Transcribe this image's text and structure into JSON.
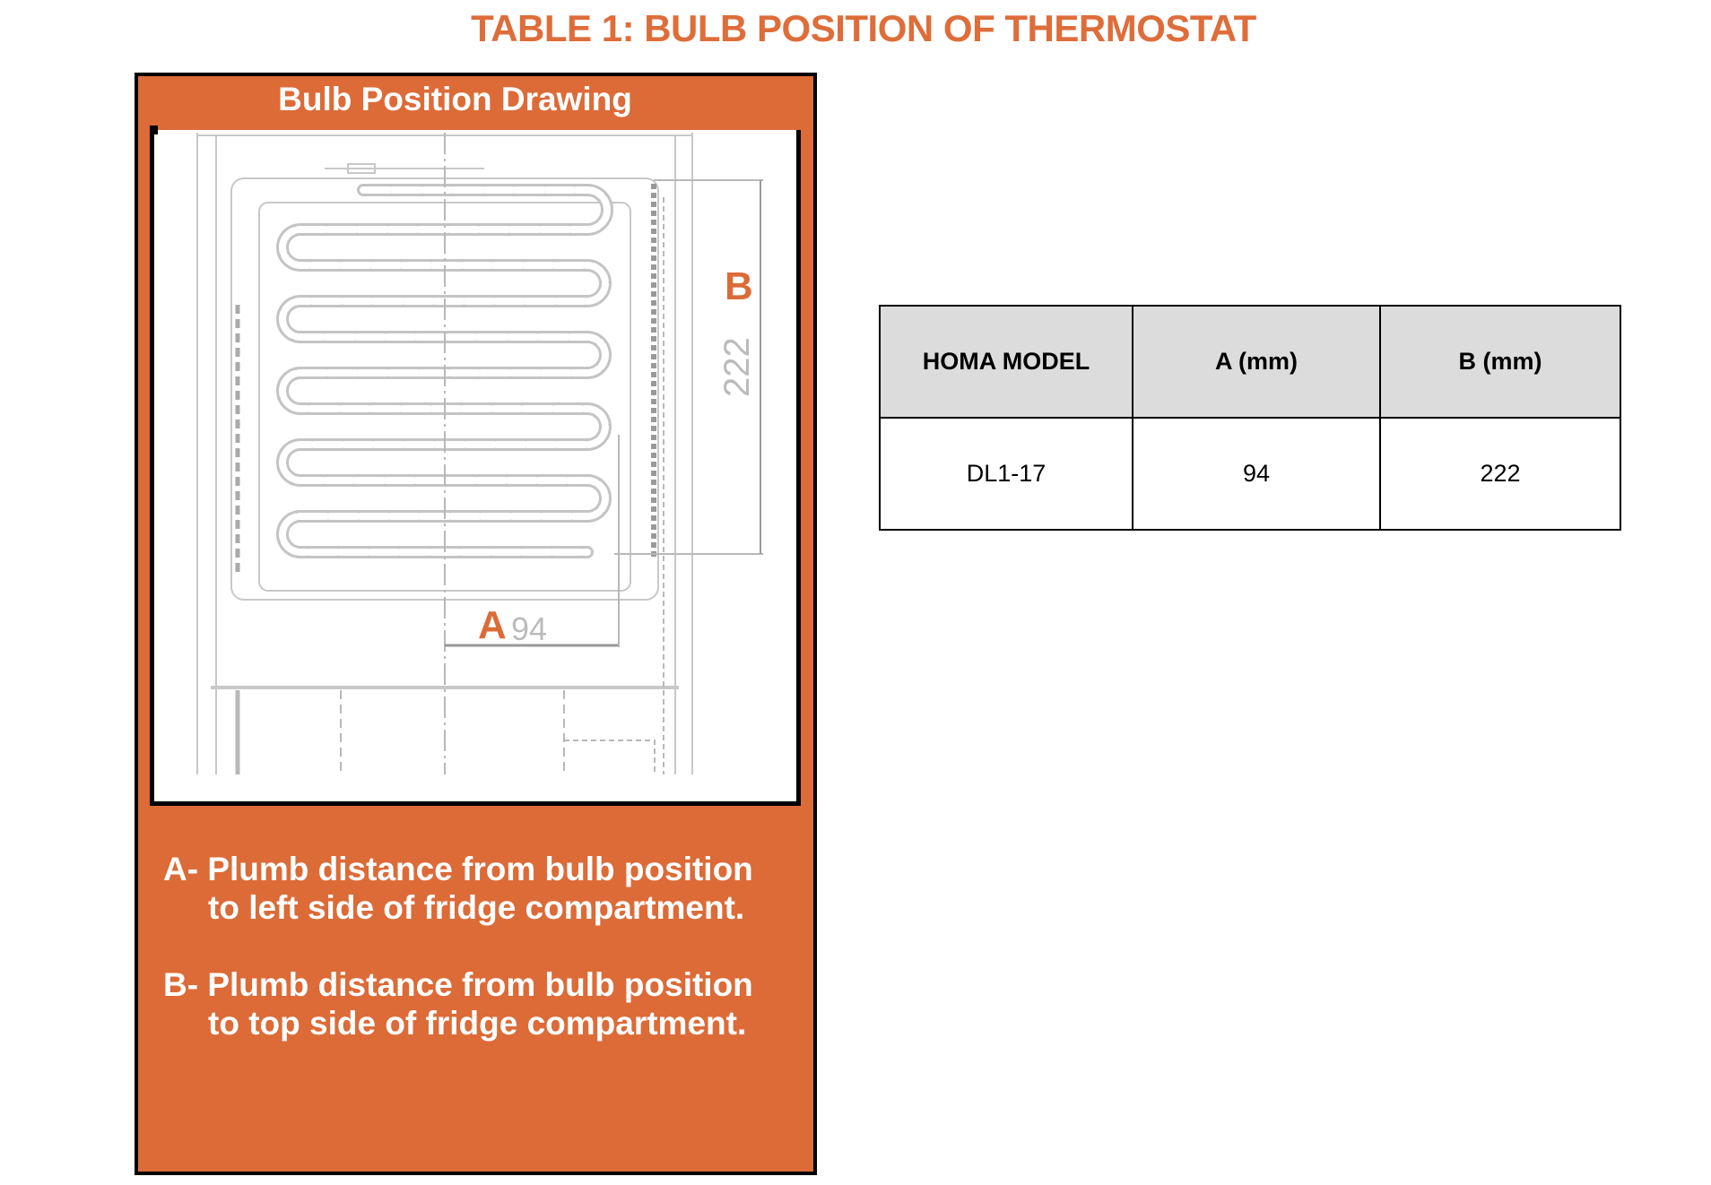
{
  "title": "TABLE 1: BULB POSITION OF THERMOSTAT",
  "panel": {
    "heading": "Bulb Position Drawing",
    "drawing": {
      "label_a": "A",
      "value_a": "94",
      "label_b": "B",
      "value_b": "222"
    },
    "notes": [
      {
        "prefix": "A-",
        "line1": "Plumb distance from bulb position",
        "line2": "to left side of fridge compartment."
      },
      {
        "prefix": "B-",
        "line1": "Plumb distance from bulb position",
        "line2": "to top side of fridge compartment."
      }
    ]
  },
  "table": {
    "headers": [
      "HOMA MODEL",
      "A (mm)",
      "B (mm)"
    ],
    "rows": [
      [
        "DL1-17",
        "94",
        "222"
      ]
    ]
  },
  "colors": {
    "accent": "#DC6B38",
    "header_bg": "#DCDCDC"
  }
}
